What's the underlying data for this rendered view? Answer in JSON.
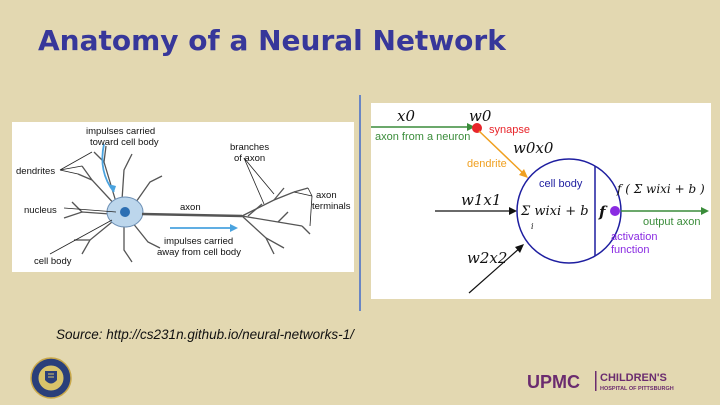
{
  "slide": {
    "title": "Anatomy of a Neural Network",
    "source": "Source: http://cs231n.github.io/neural-networks-1/"
  },
  "biological_neuron": {
    "labels": {
      "impulses_toward": [
        "impulses carried",
        "toward cell body"
      ],
      "dendrites": "dendrites",
      "nucleus": "nucleus",
      "cell_body": "cell body",
      "branches": [
        "branches",
        "of axon"
      ],
      "axon": "axon",
      "axon_terminals": [
        "axon",
        "terminals"
      ],
      "impulses_away": [
        "impulses carried",
        "away from cell body"
      ]
    },
    "colors": {
      "cell": "#9cc4e4",
      "nucleus": "#2c6fb3",
      "arrow": "#4aa3df",
      "line": "#444444"
    }
  },
  "artificial_neuron": {
    "labels": {
      "x0": "x0",
      "w0": "w0",
      "synapse": "synapse",
      "axon_from_neuron": "axon from a neuron",
      "w0x0": "w0x0",
      "dendrite": "dendrite",
      "cell_body": "cell body",
      "w1x1": "w1x1",
      "sum_expr": "Σ wixi + b",
      "sum_sub": "i",
      "f": "f",
      "output_expr": "f ( Σ wixi + b )",
      "output_axon": "output axon",
      "activation_function": [
        "activation",
        "function"
      ],
      "w2x2": "w2x2"
    },
    "colors": {
      "synapse": "#e8252b",
      "dendrite": "#f0a020",
      "axon": "#3a8c3a",
      "activation": "#8a2be2",
      "circle": "#1e1ea0"
    }
  },
  "footer": {
    "logo_text": [
      "UPMC",
      "CHILDREN'S",
      "HOSPITAL OF PITTSBURGH"
    ],
    "logo_colors": {
      "primary": "#6b2c6f"
    }
  }
}
